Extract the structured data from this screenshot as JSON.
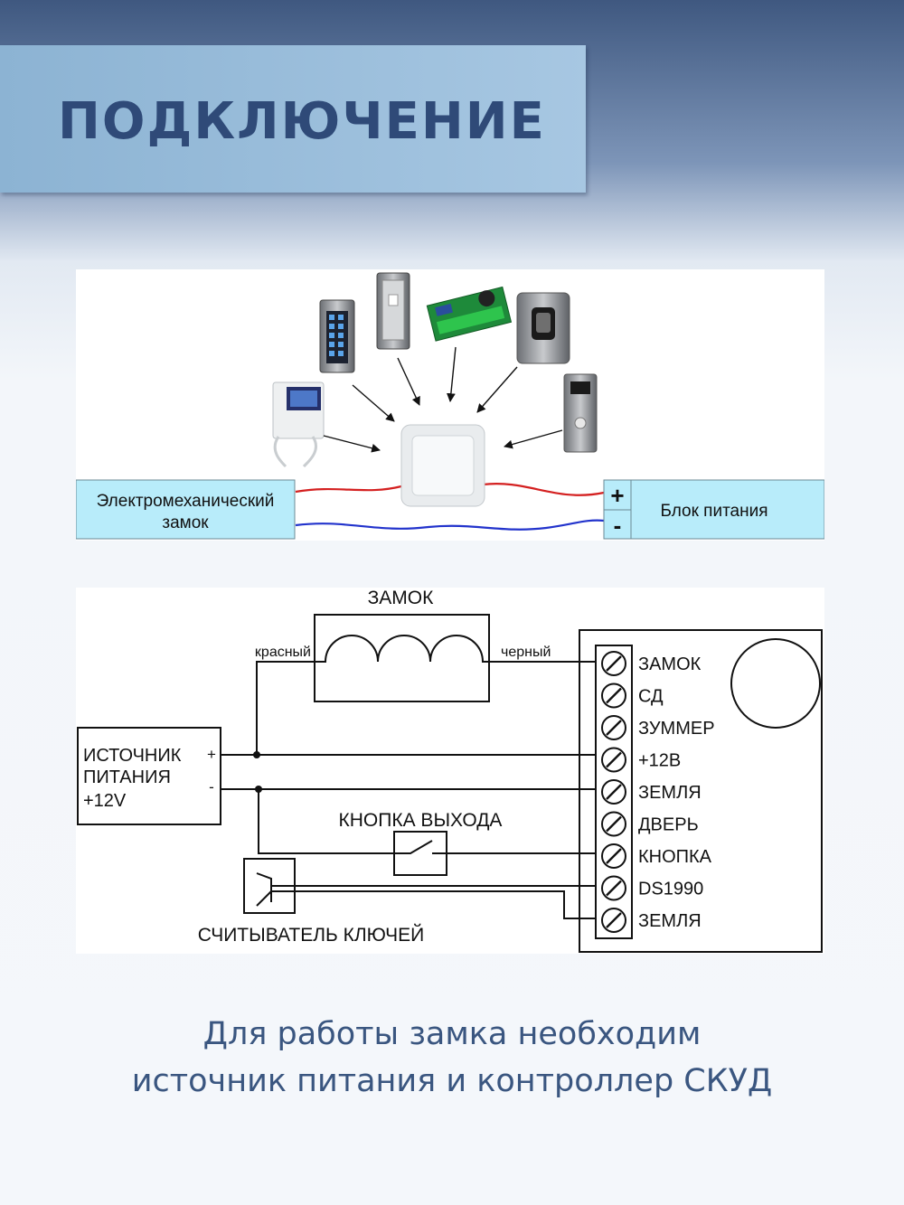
{
  "header": {
    "title": "ПОДКЛЮЧЕНИЕ"
  },
  "diagram1": {
    "lock_box_label": [
      "Электромеханический",
      "замок"
    ],
    "power_label": "Блок питания",
    "plus": "+",
    "minus": "-",
    "colors": {
      "positive_wire": "#d42020",
      "negative_wire": "#2233cc",
      "box_fill": "#b8ecfa"
    },
    "devices": [
      "video-intercom",
      "keypad-reader",
      "proximity-reader",
      "controller-board",
      "fingerprint-reader",
      "call-panel",
      "exit-button"
    ]
  },
  "diagram2": {
    "lock_title": "ЗАМОК",
    "wire_red": "красный",
    "wire_black": "черный",
    "psu_lines": [
      "ИСТОЧНИК",
      "ПИТАНИЯ",
      "+12V"
    ],
    "psu_plus": "+",
    "psu_minus": "-",
    "exit_button": "КНОПКА ВЫХОДА",
    "key_reader": "СЧИТЫВАТЕЛЬ КЛЮЧЕЙ",
    "terminals": [
      "ЗАМОК",
      "СД",
      "ЗУММЕР",
      "+12В",
      "ЗЕМЛЯ",
      "ДВЕРЬ",
      "КНОПКА",
      "DS1990",
      "ЗЕМЛЯ"
    ]
  },
  "footer": {
    "caption_lines": [
      "Для работы замка необходим",
      "источник питания и контроллер СКУД"
    ]
  }
}
